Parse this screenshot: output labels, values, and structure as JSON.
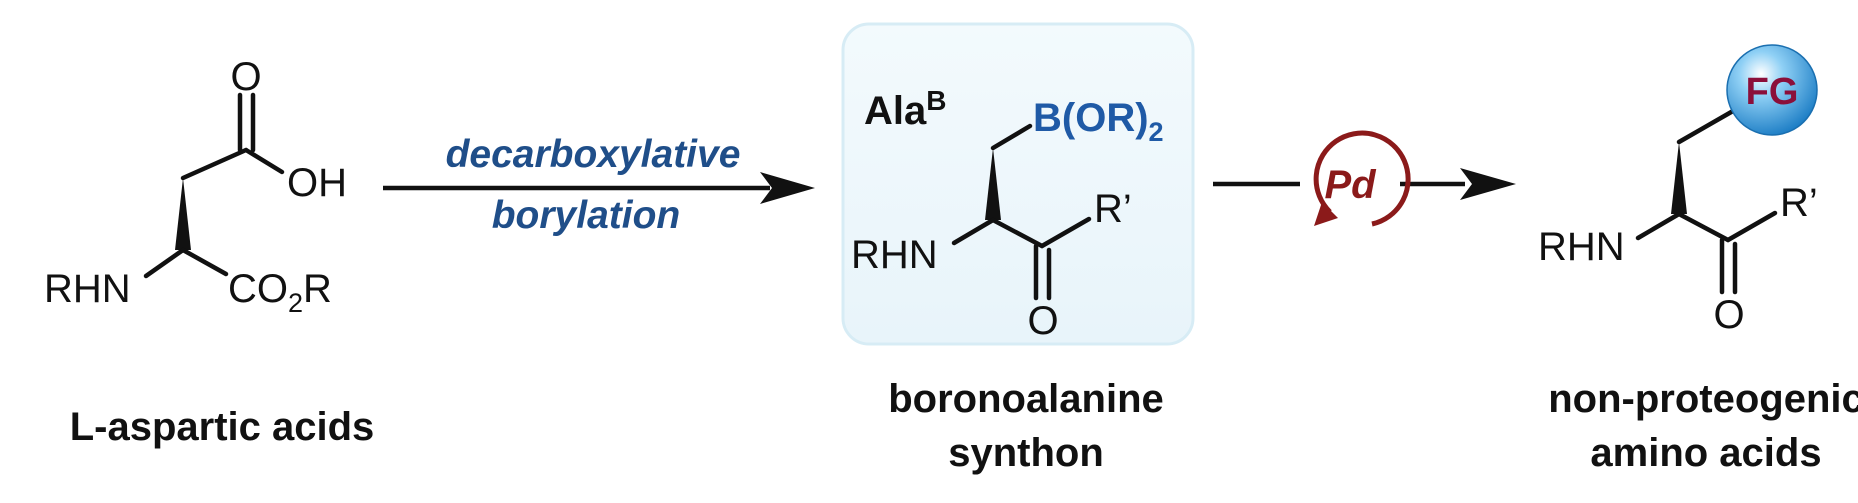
{
  "reactant": {
    "atoms": {
      "carbonyl_o": "O",
      "oh": "OH",
      "rhn": "RHN",
      "ester": "CO",
      "ester_sub": "2",
      "ester_r": "R"
    },
    "caption": "L-aspartic acids"
  },
  "step1": {
    "line1": "decarboxylative",
    "line2": "borylation"
  },
  "intermediate": {
    "label_main": "Ala",
    "label_sup": "B",
    "boron_group": "B(OR)",
    "boron_sub": "2",
    "r_prime": "R’",
    "rhn": "RHN",
    "carbonyl_o": "O",
    "caption_line1": "boronoalanine",
    "caption_line2": "synthon",
    "box_color": "#eef7fb"
  },
  "step2": {
    "catalyst": "Pd",
    "catalyst_color": "#8b1a1a"
  },
  "product": {
    "fg": "FG",
    "fg_text_color": "#8b0f3a",
    "fg_ball_color": "#3a9ad8",
    "r_prime": "R’",
    "rhn": "RHN",
    "carbonyl_o": "O",
    "caption_line1": "non-proteogenic",
    "caption_line2": "amino acids"
  }
}
